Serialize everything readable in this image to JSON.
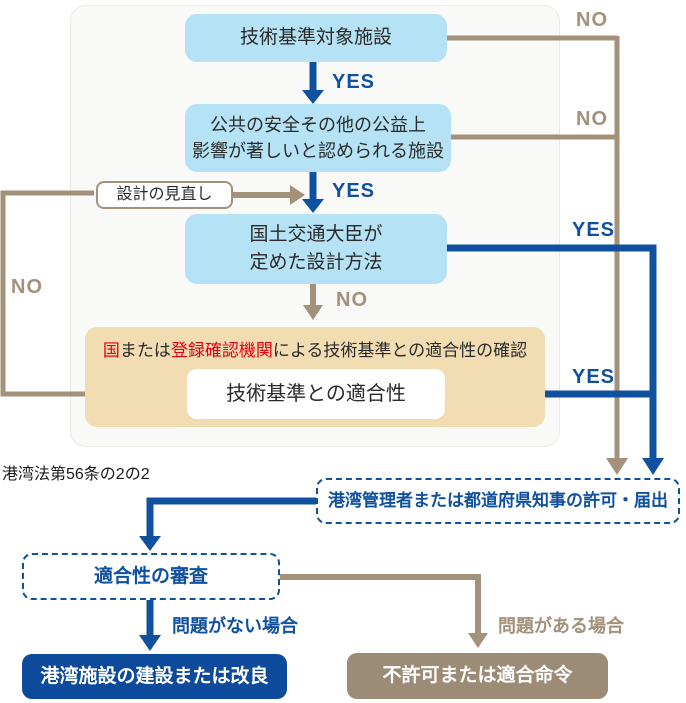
{
  "colors": {
    "blue": "#10519f",
    "tan": "#a3917a",
    "light_blue": "#b5e3f5",
    "beige": "#f2dcb2",
    "dark_blue": "#0d4a9c",
    "tan_fill": "#9c8b77",
    "red": "#e60012",
    "text_dark": "#2a2a2a"
  },
  "nodes": {
    "target_facility": "技術基準対象施設",
    "public_facility_line1": "公共の安全その他の公益上",
    "public_facility_line2": "影響が著しいと認められる施設",
    "design_review": "設計の見直し",
    "minister_method_line1": "国土交通大臣が",
    "minister_method_line2": "定めた設計方法",
    "conformity_inner": "技術基準との適合性",
    "permit_notification": "港湾管理者または都道府県知事の許可・届出",
    "conformity_review": "適合性の審査",
    "construction": "港湾施設の建設または改良",
    "denial": "不許可または適合命令"
  },
  "confirm_title_segments": [
    {
      "text": "国",
      "red": true
    },
    {
      "text": "または",
      "red": false
    },
    {
      "text": "登録確認機関",
      "red": true
    },
    {
      "text": "による技術基準との適合性の確認",
      "red": false
    }
  ],
  "edge_labels": {
    "yes_top": "YES",
    "yes_mid": "YES",
    "yes_right_upper": "YES",
    "yes_right_lower": "YES",
    "no_right_top": "NO",
    "no_right_mid": "NO",
    "no_center": "NO",
    "no_loop": "NO",
    "ok_case": "問題がない場合",
    "ng_case": "問題がある場合"
  },
  "caption": "港湾法第56条の2の2"
}
